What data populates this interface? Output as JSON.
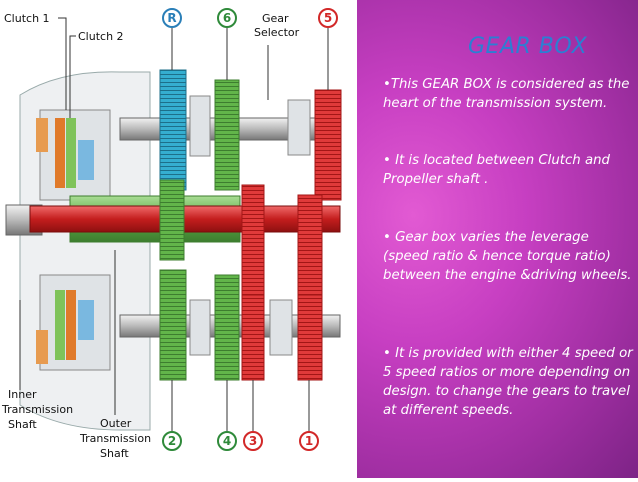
{
  "title": "GEAR BOX",
  "paragraphs": [
    "•This GEAR BOX is considered as the heart of the transmission system.",
    "• It is located between Clutch and Propeller shaft .",
    "• Gear box varies the leverage (speed ratio & hence torque ratio) between the engine &driving wheels.",
    "• It is provided with either 4 speed or 5 speed ratios or more depending on design. to change the gears to travel at different speeds."
  ],
  "diagram": {
    "labels": {
      "clutch1": "Clutch 1",
      "clutch2": "Clutch 2",
      "gear_selector_1": "Gear",
      "gear_selector_2": "Selector",
      "inner_shaft_1": "Inner",
      "inner_shaft_2": "Transmission",
      "inner_shaft_3": "Shaft",
      "outer_shaft_1": "Outer",
      "outer_shaft_2": "Transmission",
      "outer_shaft_3": "Shaft"
    },
    "gear_markers": {
      "reverse": "R",
      "sixth": "6",
      "fifth": "5",
      "second": "2",
      "fourth": "4",
      "third": "3",
      "first": "1"
    },
    "colors": {
      "odd_gears": "#e03a3a",
      "even_gears": "#62b54a",
      "reverse_gear": "#2fa6c9",
      "marker_even": "#2f8a3a",
      "marker_odd": "#d22828",
      "marker_reverse": "#2a7fb8"
    }
  },
  "colors": {
    "panel": "#c73fc2",
    "title": "#2b7fd3",
    "text": "#ffffff"
  }
}
